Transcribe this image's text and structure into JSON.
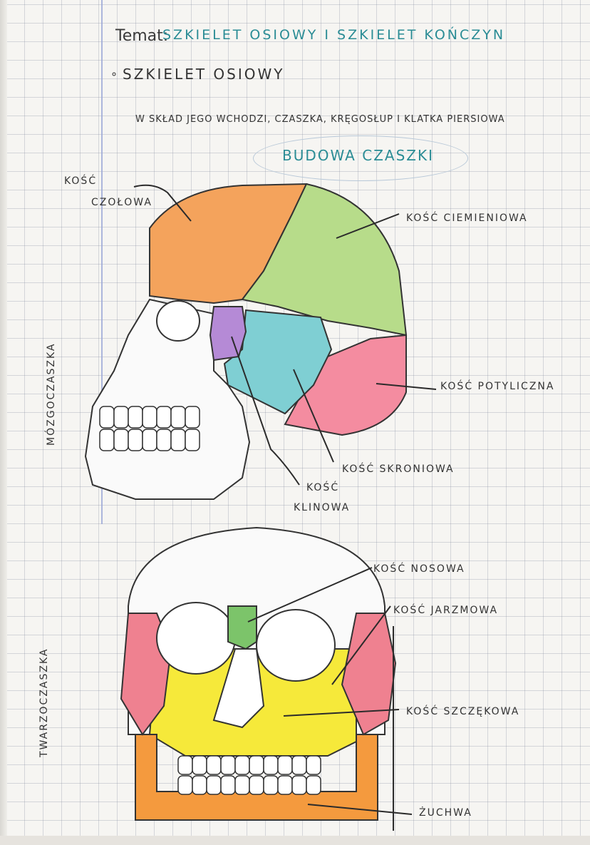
{
  "heading": {
    "topic_prefix": "Temat:",
    "topic_title": "Szkielet osiowy i szkielet kończyn",
    "section_bullet": "∘",
    "section_title": "Szkielet osiowy",
    "intro": "W skład jego wchodzi, czaszka, kręgosłup i klatka piersiowa",
    "subtitle": "Budowa czaszki"
  },
  "labels": {
    "frontal_line1": "Kość",
    "frontal_line2": "czołowa",
    "parietal": "Kość ciemieniowa",
    "occipital": "Kość potyliczna",
    "temporal": "Kość skroniowa",
    "sphenoid_line1": "Kość",
    "sphenoid_line2": "klinowa",
    "nasal": "Kość nosowa",
    "zygomatic": "Kość jarzmowa",
    "maxilla": "Kość szczękowa",
    "mandible": "Żuchwa"
  },
  "side_labels": {
    "braincase": "Mózgoczaszka",
    "face": "Twarzoczaszka"
  },
  "colors": {
    "frontal": "#f4a35c",
    "parietal": "#b7dc8a",
    "occipital": "#f48ca0",
    "temporal": "#7fcfd3",
    "sphenoid": "#b58ad6",
    "nasal": "#7cc46a",
    "zygomatic": "#ef8190",
    "maxilla": "#f6e93a",
    "mandible": "#f49a3e",
    "title_teal": "#2a8c95",
    "ink": "#3a3a3a"
  }
}
